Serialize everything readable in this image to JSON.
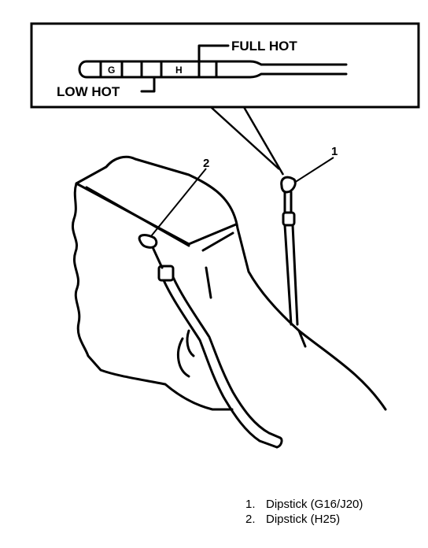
{
  "figure": {
    "labels": {
      "full_hot": "FULL HOT",
      "low_hot": "LOW HOT",
      "mark_g": "G",
      "mark_h": "H",
      "callout_1": "1",
      "callout_2": "2"
    },
    "legend": [
      {
        "number": "1.",
        "text": "Dipstick (G16/J20)"
      },
      {
        "number": "2.",
        "text": "Dipstick (H25)"
      }
    ]
  }
}
